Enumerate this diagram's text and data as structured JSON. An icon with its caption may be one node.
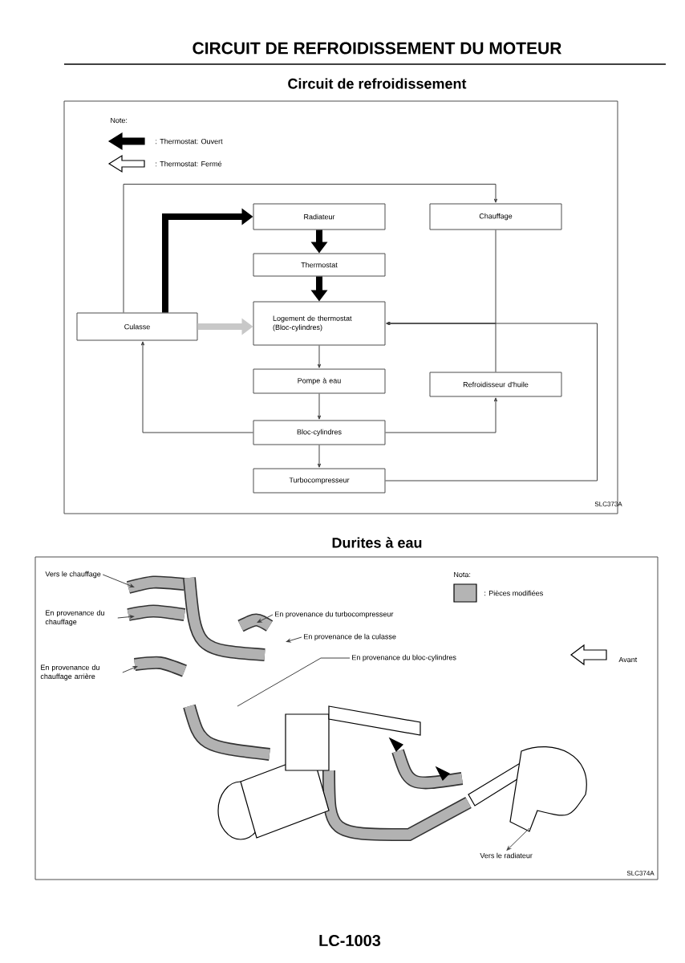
{
  "diagram": {
    "title": "CIRCUIT DE REFROIDISSEMENT DU MOTEUR",
    "nodes": [
      {
        "text": [
          "Radiateur"
        ]
      },
      {
        "text": [
          "Chauffage"
        ]
      },
      {
        "text": [
          "Thermostat"
        ]
      },
      {
        "text": [
          "Logement de thermostat (Bloc-cylindres)"
        ]
      },
      {
        "text": [
          "Culasse"
        ]
      },
      {
        "text": [
          "Pompe à eau"
        ]
      },
      {
        "text": [
          "Refroidisseur d'huile"
        ]
      },
      {
        "text": [
          "Bloc-cylindres"
        ]
      },
      {
        "text": [
          "Turbocompresseur"
        ]
      },
      {
        "text": [
          "Vers le chauffage"
        ]
      },
      {
        "text": [
          "En provenance du chauffage"
        ]
      },
      {
        "text": [
          "En provenance du chauffage arrière"
        ]
      },
      {
        "text": [
          "En provenance du turbocompresseur"
        ]
      },
      {
        "text": [
          "En provenance de la culasse"
        ]
      },
      {
        "text": [
          "En provenance du bloc-cylindres"
        ]
      },
      {
        "text": [
          "Vers le radiateur"
        ]
      }
    ],
    "edges": [
      {
        "from": 4,
        "to": 0,
        "arrow": "to",
        "style": "thick",
        "color": "#000000"
      },
      {
        "from": 0,
        "to": 2,
        "arrow": "to",
        "style": "thick",
        "color": "#000000"
      },
      {
        "from": 2,
        "to": 3,
        "arrow": "to",
        "style": "thick",
        "color": "#000000"
      },
      {
        "from": 4,
        "to": 3,
        "arrow": "to",
        "style": "thick",
        "color": "#c8c8c8"
      },
      {
        "from": 3,
        "to": 5,
        "arrow": "to"
      },
      {
        "from": 5,
        "to": 7,
        "arrow": "to"
      },
      {
        "from": 7,
        "to": 8,
        "arrow": "to"
      },
      {
        "from": 7,
        "to": 4,
        "arrow": "to"
      },
      {
        "from": 7,
        "to": 6,
        "arrow": "to"
      },
      {
        "from": 6,
        "to": 3,
        "arrow": "to"
      },
      {
        "from": 1,
        "to": 3,
        "arrow": "to"
      },
      {
        "from": 8,
        "to": 3,
        "arrow": "to"
      },
      {
        "from": 4,
        "to": 1,
        "arrow": "to"
      },
      {
        "from": 9,
        "to": null,
        "arrow": "to"
      },
      {
        "from": 10,
        "to": null,
        "arrow": "to"
      },
      {
        "from": 11,
        "to": null,
        "arrow": "to"
      },
      {
        "from": 12,
        "to": null,
        "arrow": "to"
      },
      {
        "from": 13,
        "to": null,
        "arrow": "to"
      },
      {
        "from": 14,
        "to": null,
        "arrow": "none"
      },
      {
        "from": null,
        "to": 15,
        "arrow": "to"
      }
    ],
    "labels": [
      "Circuit de refroidissement",
      "Note:",
      "SLC373A",
      "Durites à eau",
      "Nota:",
      "Avant",
      "SLC374A",
      "LC-1003"
    ],
    "legend": [
      {
        "text": ": Thermostat: Ouvert"
      },
      {
        "text": ": Thermostat: Fermé"
      },
      {
        "text": ": Pièces modifiées",
        "color": "#b4b4b4"
      }
    ]
  }
}
